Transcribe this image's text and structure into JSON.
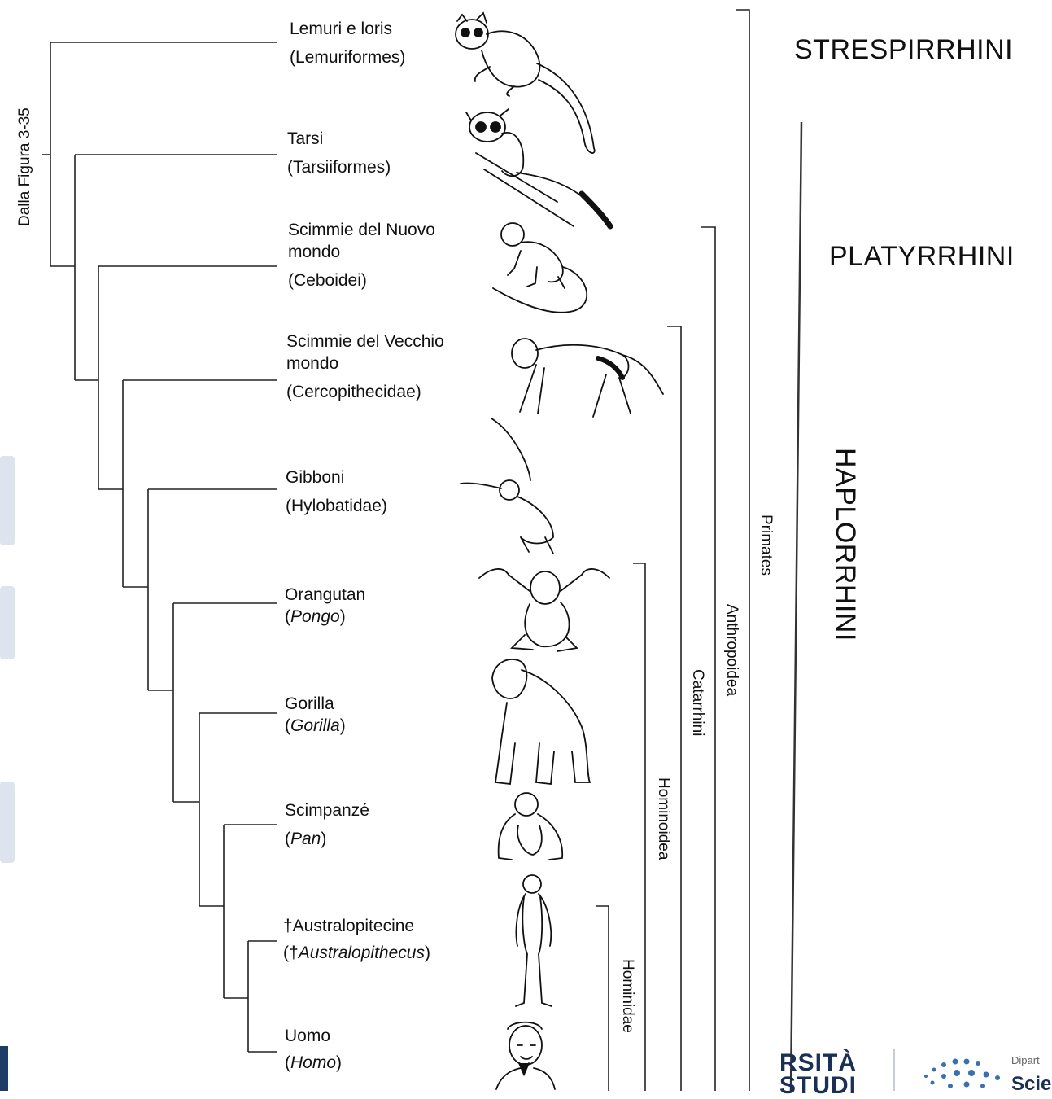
{
  "source_note": "Dalla Figura 3-35",
  "taxa": [
    {
      "common": "Lemuri e loris",
      "sci_pre": "(",
      "sci": "Lemuriformes",
      "sci_post": ")",
      "italic": false
    },
    {
      "common": "Tarsi",
      "sci_pre": "(",
      "sci": "Tarsiiformes",
      "sci_post": ")",
      "italic": false
    },
    {
      "common": "Scimmie del Nuovo mondo",
      "sci_pre": "(",
      "sci": "Ceboidei",
      "sci_post": ")",
      "italic": false
    },
    {
      "common": "Scimmie del Vecchio mondo",
      "sci_pre": "(",
      "sci": "Cercopithecidae",
      "sci_post": ")",
      "italic": false
    },
    {
      "common": "Gibboni",
      "sci_pre": "(",
      "sci": "Hylobatidae",
      "sci_post": ")",
      "italic": false
    },
    {
      "common": "Orangutan",
      "sci_pre": "(",
      "sci": "Pongo",
      "sci_post": ")",
      "italic": true
    },
    {
      "common": "Gorilla",
      "sci_pre": "(",
      "sci": "Gorilla",
      "sci_post": ")",
      "italic": true
    },
    {
      "common": "Scimpanzé",
      "sci_pre": "(",
      "sci": "Pan",
      "sci_post": ")",
      "italic": true
    },
    {
      "common": "†Australopitecine",
      "sci_pre": "(†",
      "sci": "Australopithecus",
      "sci_post": ")",
      "italic": true
    },
    {
      "common": "Uomo",
      "sci_pre": "(",
      "sci": "Homo",
      "sci_post": ")",
      "italic": true
    }
  ],
  "clade_labels": {
    "primates": "Primates",
    "anthropoidea": "Anthropoidea",
    "catarrhini": "Catarrhini",
    "hominoidea": "Hominoidea",
    "hominidae": "Hominidae"
  },
  "big_labels": {
    "strepsirrhini": "STRESPIRRHINI",
    "platyrrhini": "PLATYRRHINI",
    "haplorrhini": "HAPLORRHINI"
  },
  "logo": {
    "line1": "RSITÀ",
    "line2": "STUDI",
    "dept_line1": "Dipart",
    "dept_line2": "Scie"
  }
}
